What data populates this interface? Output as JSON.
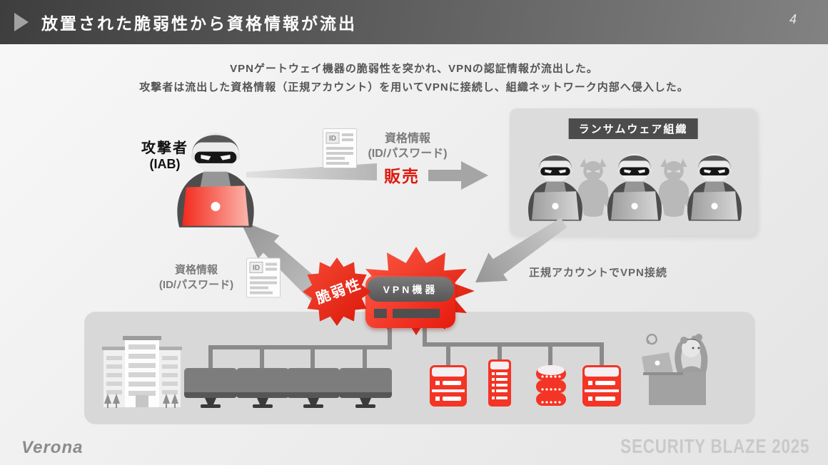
{
  "header": {
    "title": "放置された脆弱性から資格情報が流出",
    "page_number": "4"
  },
  "intro": {
    "line1": "VPNゲートウェイ機器の脆弱性を突かれ、VPNの認証情報が流出した。",
    "line2": "攻撃者は流出した資格情報（正規アカウント）を用いてVPNに接続し、組織ネットワーク内部へ侵入した。"
  },
  "diagram": {
    "attacker": {
      "name": "攻撃者",
      "alias": "(IAB)"
    },
    "sale": {
      "credential_title": "資格情報",
      "credential_detail": "(ID/パスワード)",
      "action_label": "販売",
      "id_doc_label": "ID"
    },
    "ransomware_group": {
      "title": "ランサムウェア組織"
    },
    "vpn": {
      "device_label": "VPN機器",
      "vulnerability_label": "脆弱性"
    },
    "returned_credential": {
      "credential_title": "資格情報",
      "credential_detail": "(ID/パスワード)",
      "id_doc_label": "ID"
    },
    "access_label": "正規アカウントでVPN接続"
  },
  "footer": {
    "brand": "Verona",
    "event_name": "SECURITY BLAZE 2025"
  },
  "colors": {
    "accent_red": "#E8251A",
    "sale_text_red": "#DD1A0E",
    "band_gray": "#D8D8D8",
    "header_dark": "#3E3E3E"
  }
}
